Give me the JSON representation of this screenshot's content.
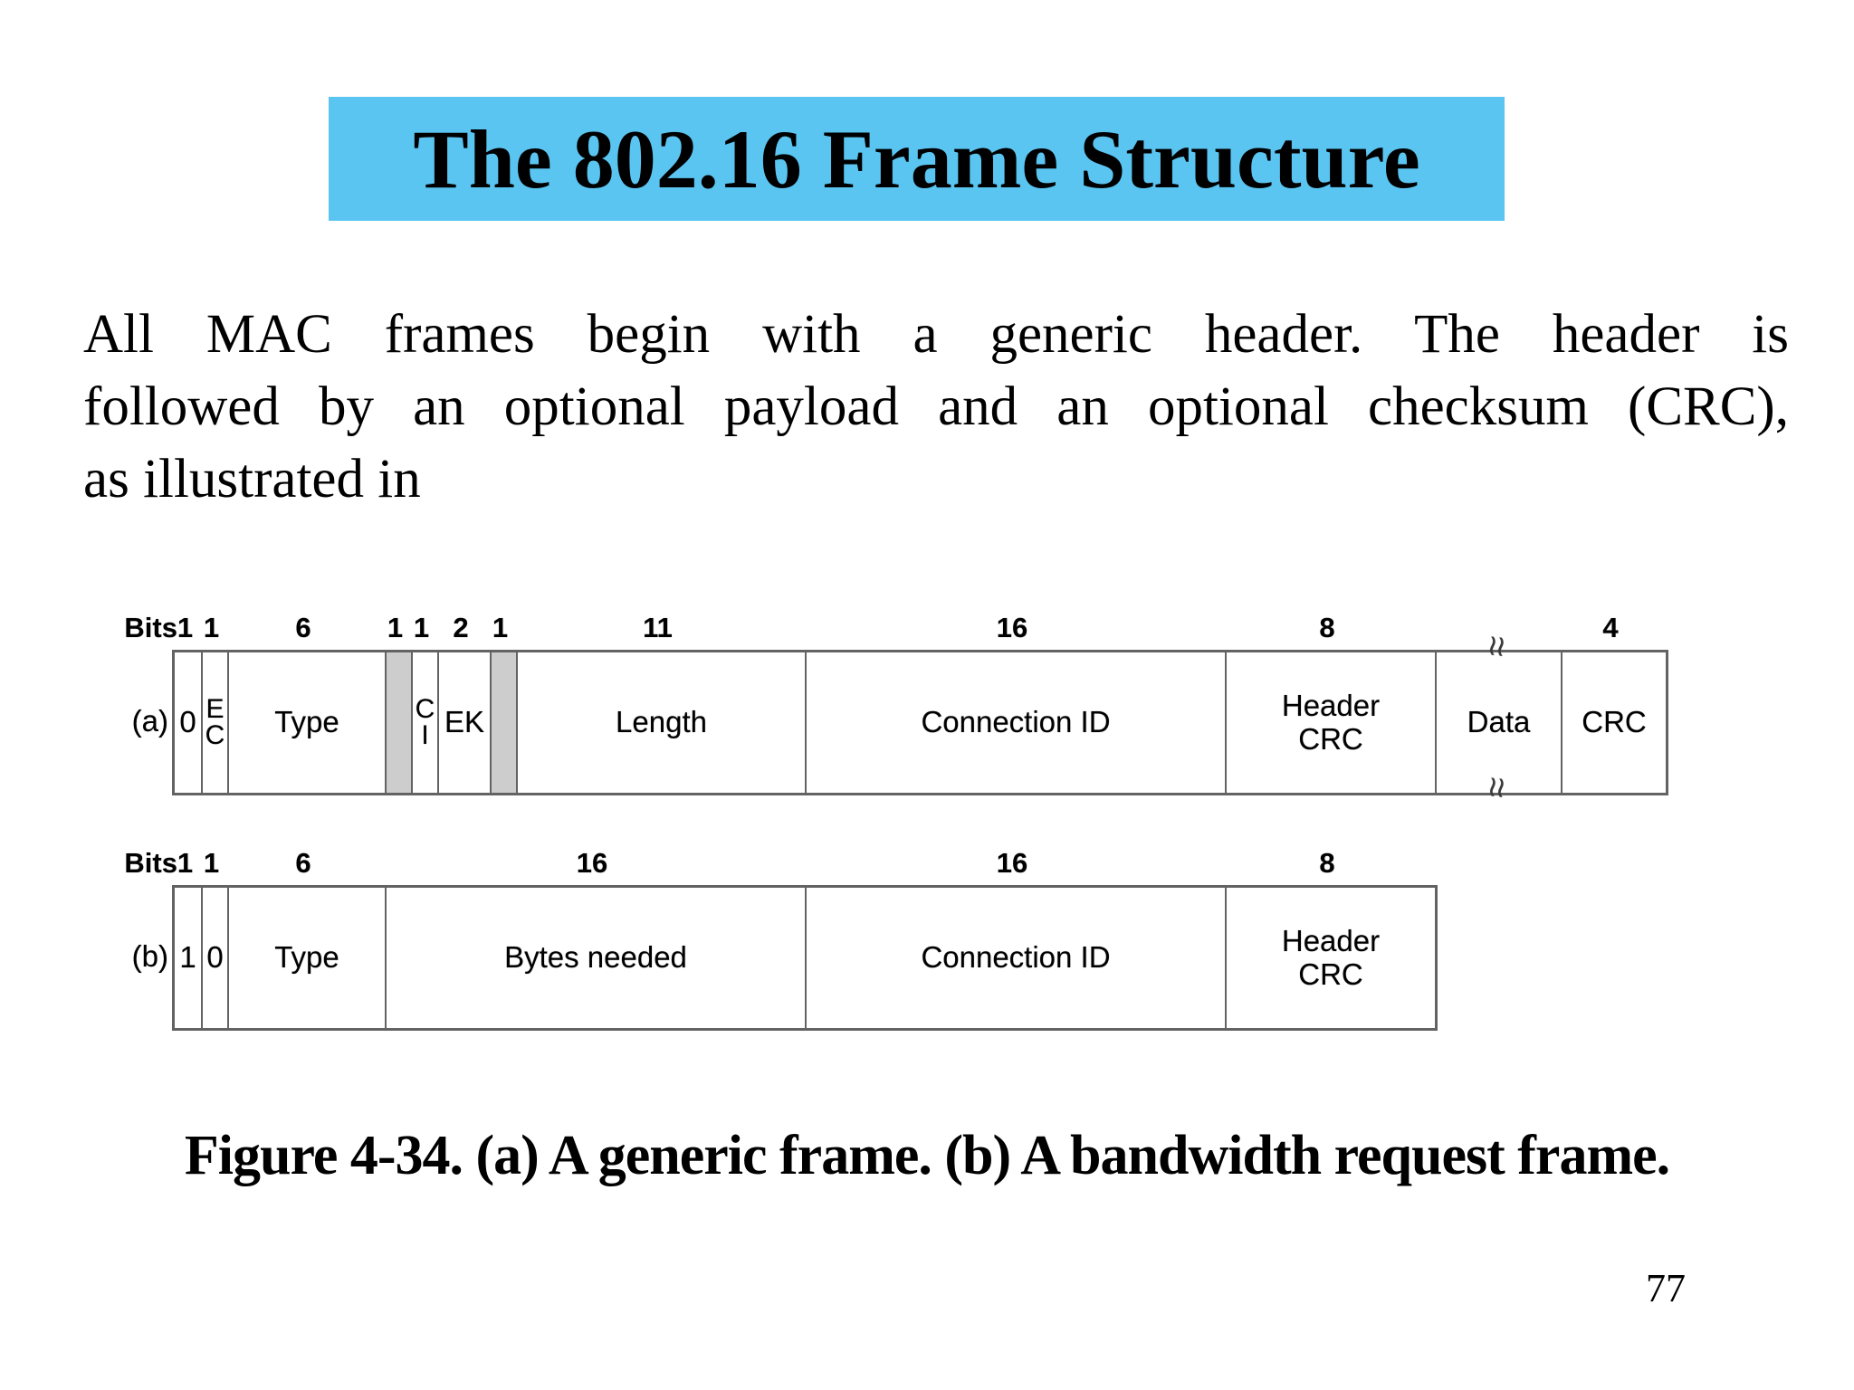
{
  "slide": {
    "title": "The 802.16 Frame Structure",
    "paragraph_lines": [
      "All MAC frames begin with a generic header. The header is",
      "followed by an optional payload and an optional checksum (CRC),",
      "as illustrated in"
    ],
    "caption": "Figure 4-34. (a) A generic frame. (b) A bandwidth request frame.",
    "page_number": "77"
  },
  "colors": {
    "title_background": "#5BC5F1",
    "shaded_cell": "#cdcdcd",
    "diagram_border": "#636363",
    "text": "#000000"
  },
  "diagram": {
    "bits_word": "Bits",
    "break_mark": "≀≀",
    "frame_a": {
      "label": "(a)",
      "fields": [
        {
          "label": "0",
          "bits": "1"
        },
        {
          "label": "E\nC",
          "bits": "1"
        },
        {
          "label": "Type",
          "bits": "6"
        },
        {
          "label": "",
          "bits": "1"
        },
        {
          "label": "C\nI",
          "bits": "1"
        },
        {
          "label": "EK",
          "bits": "2"
        },
        {
          "label": "",
          "bits": "1"
        },
        {
          "label": "Length",
          "bits": "11"
        },
        {
          "label": "Connection ID",
          "bits": "16"
        },
        {
          "label": "Header\nCRC",
          "bits": "8"
        },
        {
          "label": "Data",
          "bits": ""
        },
        {
          "label": "CRC",
          "bits": "4"
        }
      ]
    },
    "frame_b": {
      "label": "(b)",
      "fields": [
        {
          "label": "1",
          "bits": "1"
        },
        {
          "label": "0",
          "bits": "1"
        },
        {
          "label": "Type",
          "bits": "6"
        },
        {
          "label": "Bytes needed",
          "bits": "16"
        },
        {
          "label": "Connection ID",
          "bits": "16"
        },
        {
          "label": "Header\nCRC",
          "bits": "8"
        }
      ]
    }
  }
}
